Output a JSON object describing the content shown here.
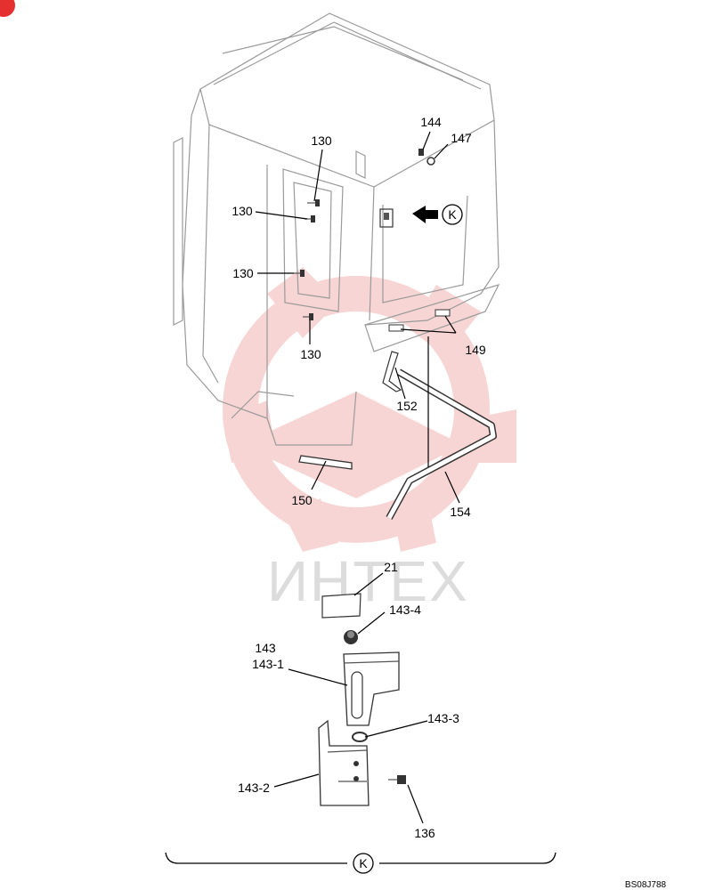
{
  "watermark": {
    "text": "ИНТЕХ",
    "color": "#f3b3b3"
  },
  "callouts": {
    "c130a": "130",
    "c130b": "130",
    "c130c": "130",
    "c130d": "130",
    "c144": "144",
    "c147": "147",
    "c149": "149",
    "c152": "152",
    "c150": "150",
    "c154": "154",
    "c21": "21",
    "c143_4": "143-4",
    "c143": "143",
    "c143_1": "143-1",
    "c143_3": "143-3",
    "c143_2": "143-2",
    "c136": "136"
  },
  "view_marker": {
    "label": "K",
    "detail_label": "K"
  },
  "drawing_ref": "BS08J788",
  "colors": {
    "accent_badge": "#e53030",
    "line": "#9a9a9a"
  }
}
